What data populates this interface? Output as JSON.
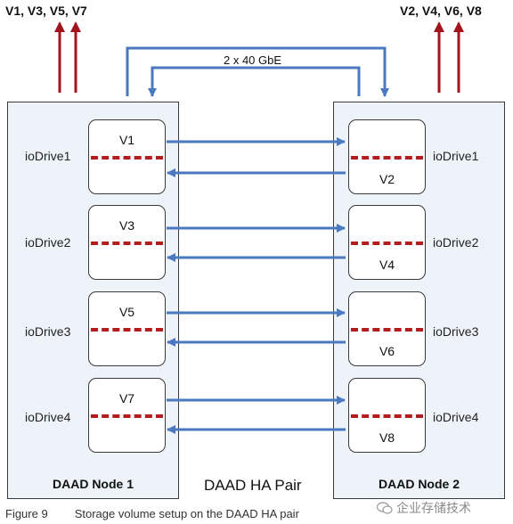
{
  "top_left_label": "V1, V3, V5, V7",
  "top_right_label": "V2, V4, V6, V8",
  "link_label": "2 x 40 GbE",
  "node_left": {
    "label": "DAAD Node 1"
  },
  "node_right": {
    "label": "DAAD Node 2"
  },
  "pair_label": "DAAD HA Pair",
  "drives_left": [
    {
      "label": "ioDrive1",
      "volume": "V1"
    },
    {
      "label": "ioDrive2",
      "volume": "V3"
    },
    {
      "label": "ioDrive3",
      "volume": "V5"
    },
    {
      "label": "ioDrive4",
      "volume": "V7"
    }
  ],
  "drives_right": [
    {
      "label": "ioDrive1",
      "volume": "V2"
    },
    {
      "label": "ioDrive2",
      "volume": "V4"
    },
    {
      "label": "ioDrive3",
      "volume": "V6"
    },
    {
      "label": "ioDrive4",
      "volume": "V8"
    }
  ],
  "caption": {
    "number": "Figure 9",
    "text": "Storage volume setup on the DAAD HA pair"
  },
  "watermark": "企业存储技术",
  "colors": {
    "blue_arrow": "#4a79c0",
    "red_arrow": "#a3131b",
    "dash": "#b31d1d",
    "node_fill": "#edf3f9"
  }
}
